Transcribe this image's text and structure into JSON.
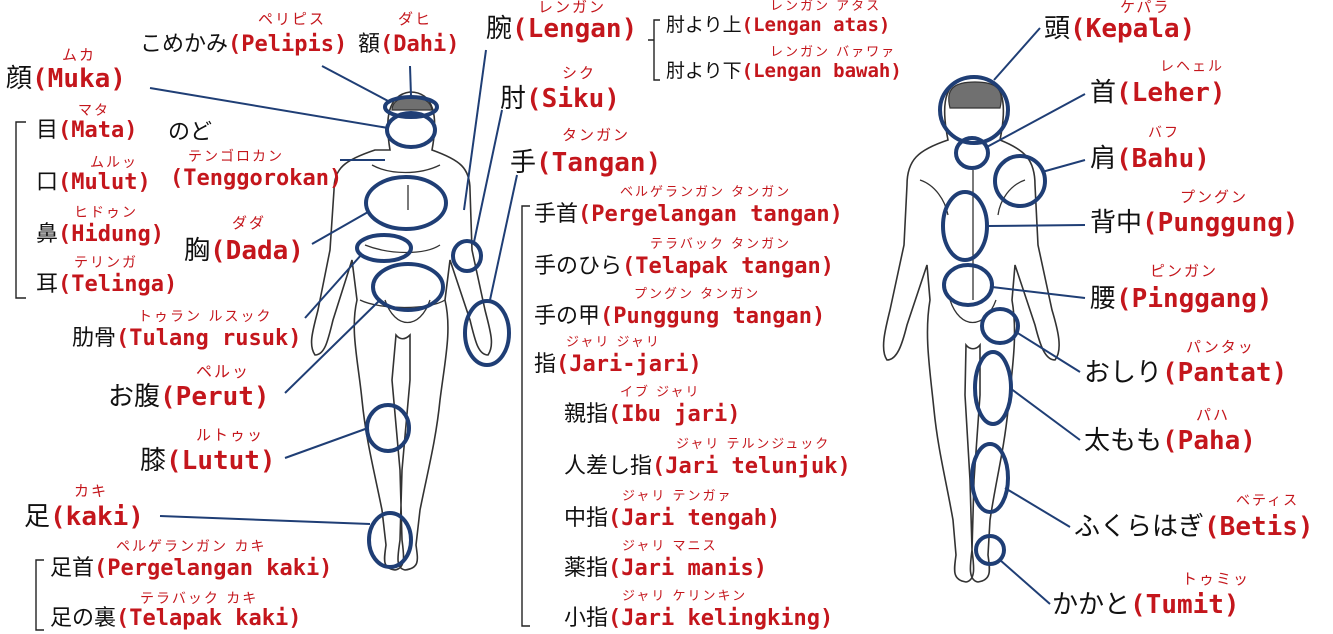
{
  "front": {
    "pelipis": {
      "jp": "こめかみ",
      "id": "(Pelipis)",
      "rb": "ペリピス"
    },
    "dahi": {
      "jp": "額",
      "id": "(Dahi)",
      "rb": "ダヒ"
    },
    "muka": {
      "jp": "顔",
      "id": "(Muka)",
      "rb": "ムカ"
    },
    "mata": {
      "jp": "目",
      "id": "(Mata)",
      "rb": "マタ"
    },
    "nodo": {
      "jp": "のど",
      "id": "(Tenggorokan)",
      "rb": "テンゴロカン"
    },
    "mulut": {
      "jp": "口",
      "id": "(Mulut)",
      "rb": "ムルッ"
    },
    "hidung": {
      "jp": "鼻",
      "id": "(Hidung)",
      "rb": "ヒドゥン"
    },
    "dada": {
      "jp": "胸",
      "id": "(Dada)",
      "rb": "ダダ"
    },
    "telinga": {
      "jp": "耳",
      "id": "(Telinga)",
      "rb": "テリンガ"
    },
    "rusuk": {
      "jp": "肋骨",
      "id": "(Tulang rusuk)",
      "rb": "トゥラン ルスック"
    },
    "perut": {
      "jp": "お腹",
      "id": "(Perut)",
      "rb": "ペルッ"
    },
    "lutut": {
      "jp": "膝",
      "id": "(Lutut)",
      "rb": "ルトゥッ"
    },
    "kaki": {
      "jp": "足",
      "id": "(kaki)",
      "rb": "カキ"
    },
    "pkaki": {
      "jp": "足首",
      "id": "(Pergelangan kaki)",
      "rb": "ペルゲランガン カキ"
    },
    "tkaki": {
      "jp": "足の裏",
      "id": "(Telapak kaki)",
      "rb": "テラバック カキ"
    }
  },
  "arm": {
    "lengan": {
      "jp": "腕",
      "id": "(Lengan)",
      "rb": "レンガン"
    },
    "atas": {
      "jp": "肘より上",
      "id": "(Lengan atas)",
      "rb": "レンガン アタス"
    },
    "bawah": {
      "jp": "肘より下",
      "id": "(Lengan bawah)",
      "rb": "レンガン バァワァ"
    },
    "siku": {
      "jp": "肘",
      "id": "(Siku)",
      "rb": "シク"
    },
    "tangan": {
      "jp": "手",
      "id": "(Tangan)",
      "rb": "タンガン"
    }
  },
  "hand": {
    "ptangan": {
      "jp": "手首",
      "id": "(Pergelangan tangan)",
      "rb": "ベルゲランガン タンガン"
    },
    "ttangan": {
      "jp": "手のひら",
      "id": "(Telapak tangan)",
      "rb": "テラバック タンガン"
    },
    "ptg": {
      "jp": "手の甲",
      "id": "(Punggung tangan)",
      "rb": "プングン タンガン"
    },
    "jari": {
      "jp": "指",
      "id": "(Jari-jari)",
      "rb": "ジャリ ジャリ"
    },
    "ibu": {
      "jp": "親指",
      "id": "(Ibu jari)",
      "rb": "イブ ジャリ"
    },
    "telunjuk": {
      "jp": "人差し指",
      "id": "(Jari telunjuk)",
      "rb": "ジャリ テルンジュック"
    },
    "tengah": {
      "jp": "中指",
      "id": "(Jari tengah)",
      "rb": "ジャリ テンガァ"
    },
    "manis": {
      "jp": "薬指",
      "id": "(Jari manis)",
      "rb": "ジャリ マニス"
    },
    "kelingking": {
      "jp": "小指",
      "id": "(Jari kelingking)",
      "rb": "ジャリ ケリンキン"
    }
  },
  "back": {
    "kepala": {
      "jp": "頭",
      "id": "(Kepala)",
      "rb": "ケパラ"
    },
    "leher": {
      "jp": "首",
      "id": "(Leher)",
      "rb": "レヘェル"
    },
    "bahu": {
      "jp": "肩",
      "id": "(Bahu)",
      "rb": "バフ"
    },
    "punggung": {
      "jp": "背中",
      "id": "(Punggung)",
      "rb": "プングン"
    },
    "pinggang": {
      "jp": "腰",
      "id": "(Pinggang)",
      "rb": "ピンガン"
    },
    "pantat": {
      "jp": "おしり",
      "id": "(Pantat)",
      "rb": "パンタッ"
    },
    "paha": {
      "jp": "太もも",
      "id": "(Paha)",
      "rb": "パハ"
    },
    "betis": {
      "jp": "ふくらはぎ",
      "id": "(Betis)",
      "rb": "ベティス"
    },
    "tumit": {
      "jp": "かかと",
      "id": "(Tumit)",
      "rb": "トゥミッ"
    }
  },
  "colors": {
    "label_red": "#c4161c",
    "ring_blue": "#1f3e75",
    "text": "#111111"
  }
}
